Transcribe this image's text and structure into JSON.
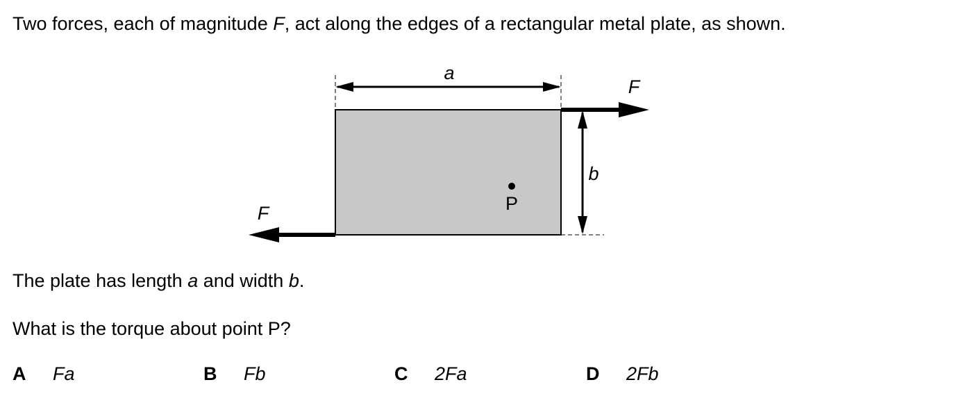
{
  "question": {
    "intro_pre": "Two forces, each of magnitude ",
    "intro_var": "F",
    "intro_post": ", act along the edges of a rectangular metal plate, as shown.",
    "statement_pre": "The plate has length ",
    "statement_var1": "a",
    "statement_mid": " and width ",
    "statement_var2": "b",
    "statement_post": ".",
    "prompt": "What is the torque about point P?"
  },
  "diagram": {
    "length_label": "a",
    "width_label": "b",
    "force_right_label": "F",
    "force_left_label": "F",
    "point_label": "P",
    "plate_color": "#c8c8c8"
  },
  "options": [
    {
      "letter": "A",
      "text": "Fa"
    },
    {
      "letter": "B",
      "text": "Fb"
    },
    {
      "letter": "C",
      "text": "2Fa"
    },
    {
      "letter": "D",
      "text": "2Fb"
    }
  ]
}
